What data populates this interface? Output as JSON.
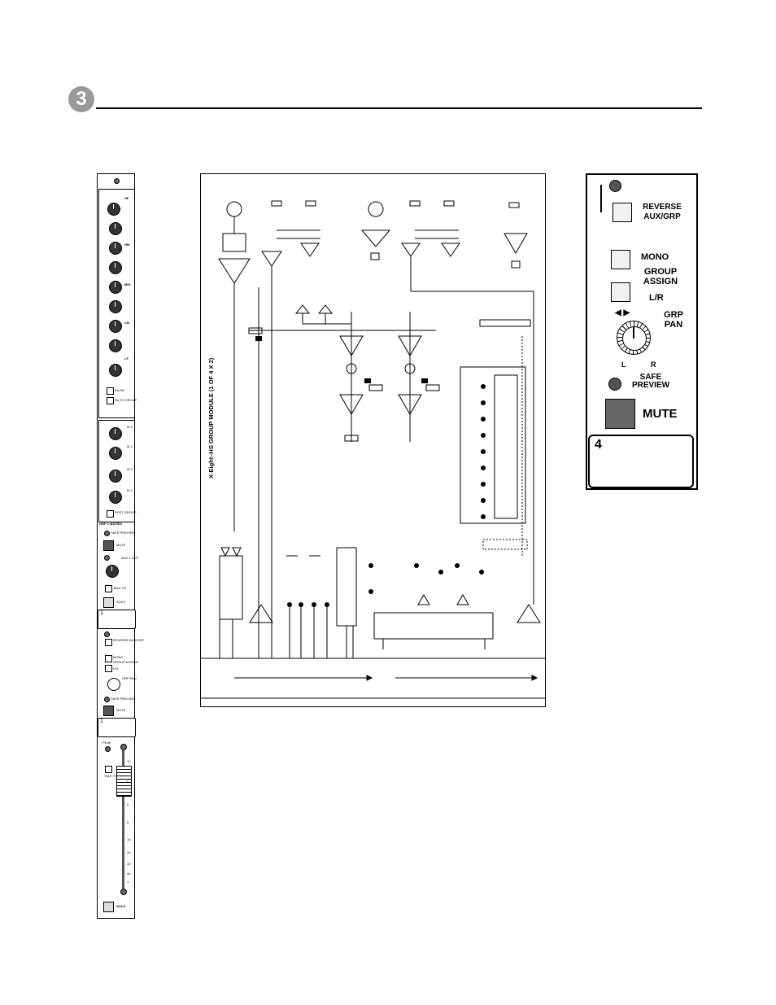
{
  "section": {
    "number": "3"
  },
  "strip": {
    "eq_labels": [
      "HF",
      "HM",
      "MID",
      "LM",
      "LF"
    ],
    "eq_on_label": "Eq ON",
    "eq_to_group_label": "Eq TO GROUP",
    "matrix_labels": [
      "M 1",
      "M 2",
      "M 3",
      "M 4"
    ],
    "post_group_label": "POST GROUP",
    "grp_matrix_label": "GRP 1 MATRIX",
    "safe_preview_label": "SAFE PREVIEW",
    "mute_label": "MUTE",
    "aux_out_label": "AUX 1 OUT",
    "talk_to_label": "TALK TO",
    "solo_label": "SOLO",
    "scribble_1": "1",
    "reverse_label": "REVERSE AUX/GRP",
    "mono_label": "MONO",
    "group_assign_label": "GROUP ASSIGN",
    "lr_label": "L/R",
    "grp_pan_label": "GRP PAN",
    "safe_preview_label_2": "SAFE PREVIEW",
    "mute_label_2": "MUTE",
    "scribble_2": "1",
    "peak_label": "PEAK",
    "talk_to_label_2": "TALK TO",
    "fader_scale": [
      "10",
      "5",
      "0",
      "5",
      "10",
      "20",
      "30",
      "40",
      "∞"
    ],
    "solo_label_2": "SOLO"
  },
  "diagram": {
    "title": "X-Eight–HS GROUP MODULE (1 OF 4 X 2)"
  },
  "panel": {
    "reverse_label": "REVERSE AUX/GRP",
    "mono_label": "MONO",
    "group_assign_label": "GROUP ASSIGN",
    "lr_label": "L/R",
    "grp_pan_label": "GRP PAN",
    "arrows": "◀ ▶",
    "pan_l": "L",
    "pan_r": "R",
    "safe_preview_label": "SAFE PREVIEW",
    "mute_label": "MUTE",
    "scribble_number": "4",
    "colors": {
      "mute": "#666666",
      "led": "#555555",
      "button": "#f2f2f2"
    }
  }
}
